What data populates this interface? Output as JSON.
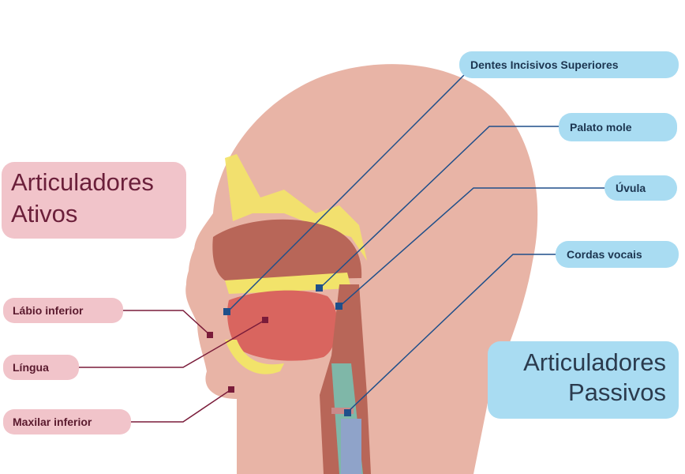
{
  "groups": {
    "active": {
      "line1": "Articuladores",
      "line2": "Ativos",
      "color": "#f1c4ca"
    },
    "passive": {
      "line1": "Articuladores",
      "line2": "Passivos",
      "color": "#a9dcf2"
    }
  },
  "active_labels": [
    {
      "label": "Lábio inferior"
    },
    {
      "label": "Língua"
    },
    {
      "label": "Maxilar inferior"
    }
  ],
  "passive_labels": [
    {
      "label": "Dentes Incisivos Superiores"
    },
    {
      "label": "Palato mole"
    },
    {
      "label": "Úvula"
    },
    {
      "label": "Cordas vocais"
    }
  ],
  "colors": {
    "skin": "#e8b4a6",
    "muscle": "#b86658",
    "cavity": "#d9655f",
    "bone": "#f2e36a",
    "airway": "#7fb7a8",
    "active_line": "#7a1c3a",
    "passive_line": "#1f4f8a"
  }
}
